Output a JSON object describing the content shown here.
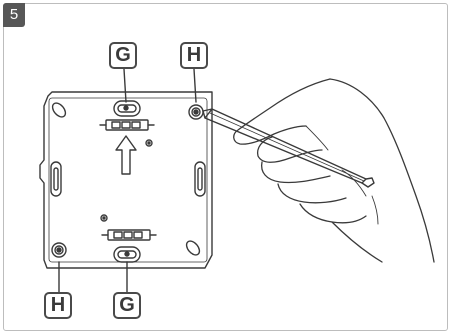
{
  "step": {
    "number": "5"
  },
  "callouts": {
    "g_top": "G",
    "h_top": "H",
    "h_bottom": "H",
    "g_bottom": "G"
  },
  "colors": {
    "line": "#3a3a3a",
    "badge": "#575757",
    "frame": "#bdbdbd"
  }
}
